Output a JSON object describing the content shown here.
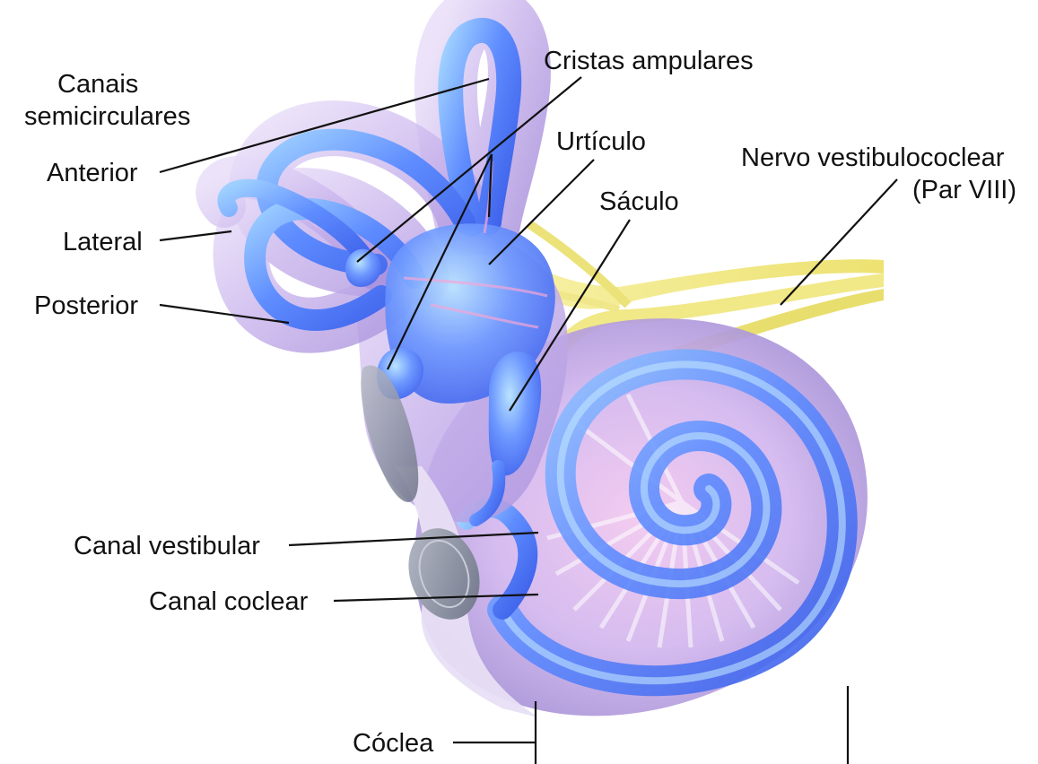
{
  "labels": {
    "canais_line1": "Canais",
    "canais_line2": "semicirculares",
    "anterior": "Anterior",
    "lateral": "Lateral",
    "posterior": "Posterior",
    "cristas": "Cristas ampulares",
    "urticulo": "Urtículo",
    "saculo": "Sáculo",
    "nervo_line1": "Nervo vestibulococlear",
    "nervo_line2": "(Par VIII)",
    "canal_vestibular": "Canal vestibular",
    "canal_coclear": "Canal coclear",
    "coclea": "Cóclea"
  },
  "colors": {
    "membrane_blue": "#5b8cff",
    "bony_lilac": "#c9b6ee",
    "nerve_yellow": "#f3ec8a",
    "window_gray": "#8a90a8",
    "leader_line": "#111111"
  }
}
